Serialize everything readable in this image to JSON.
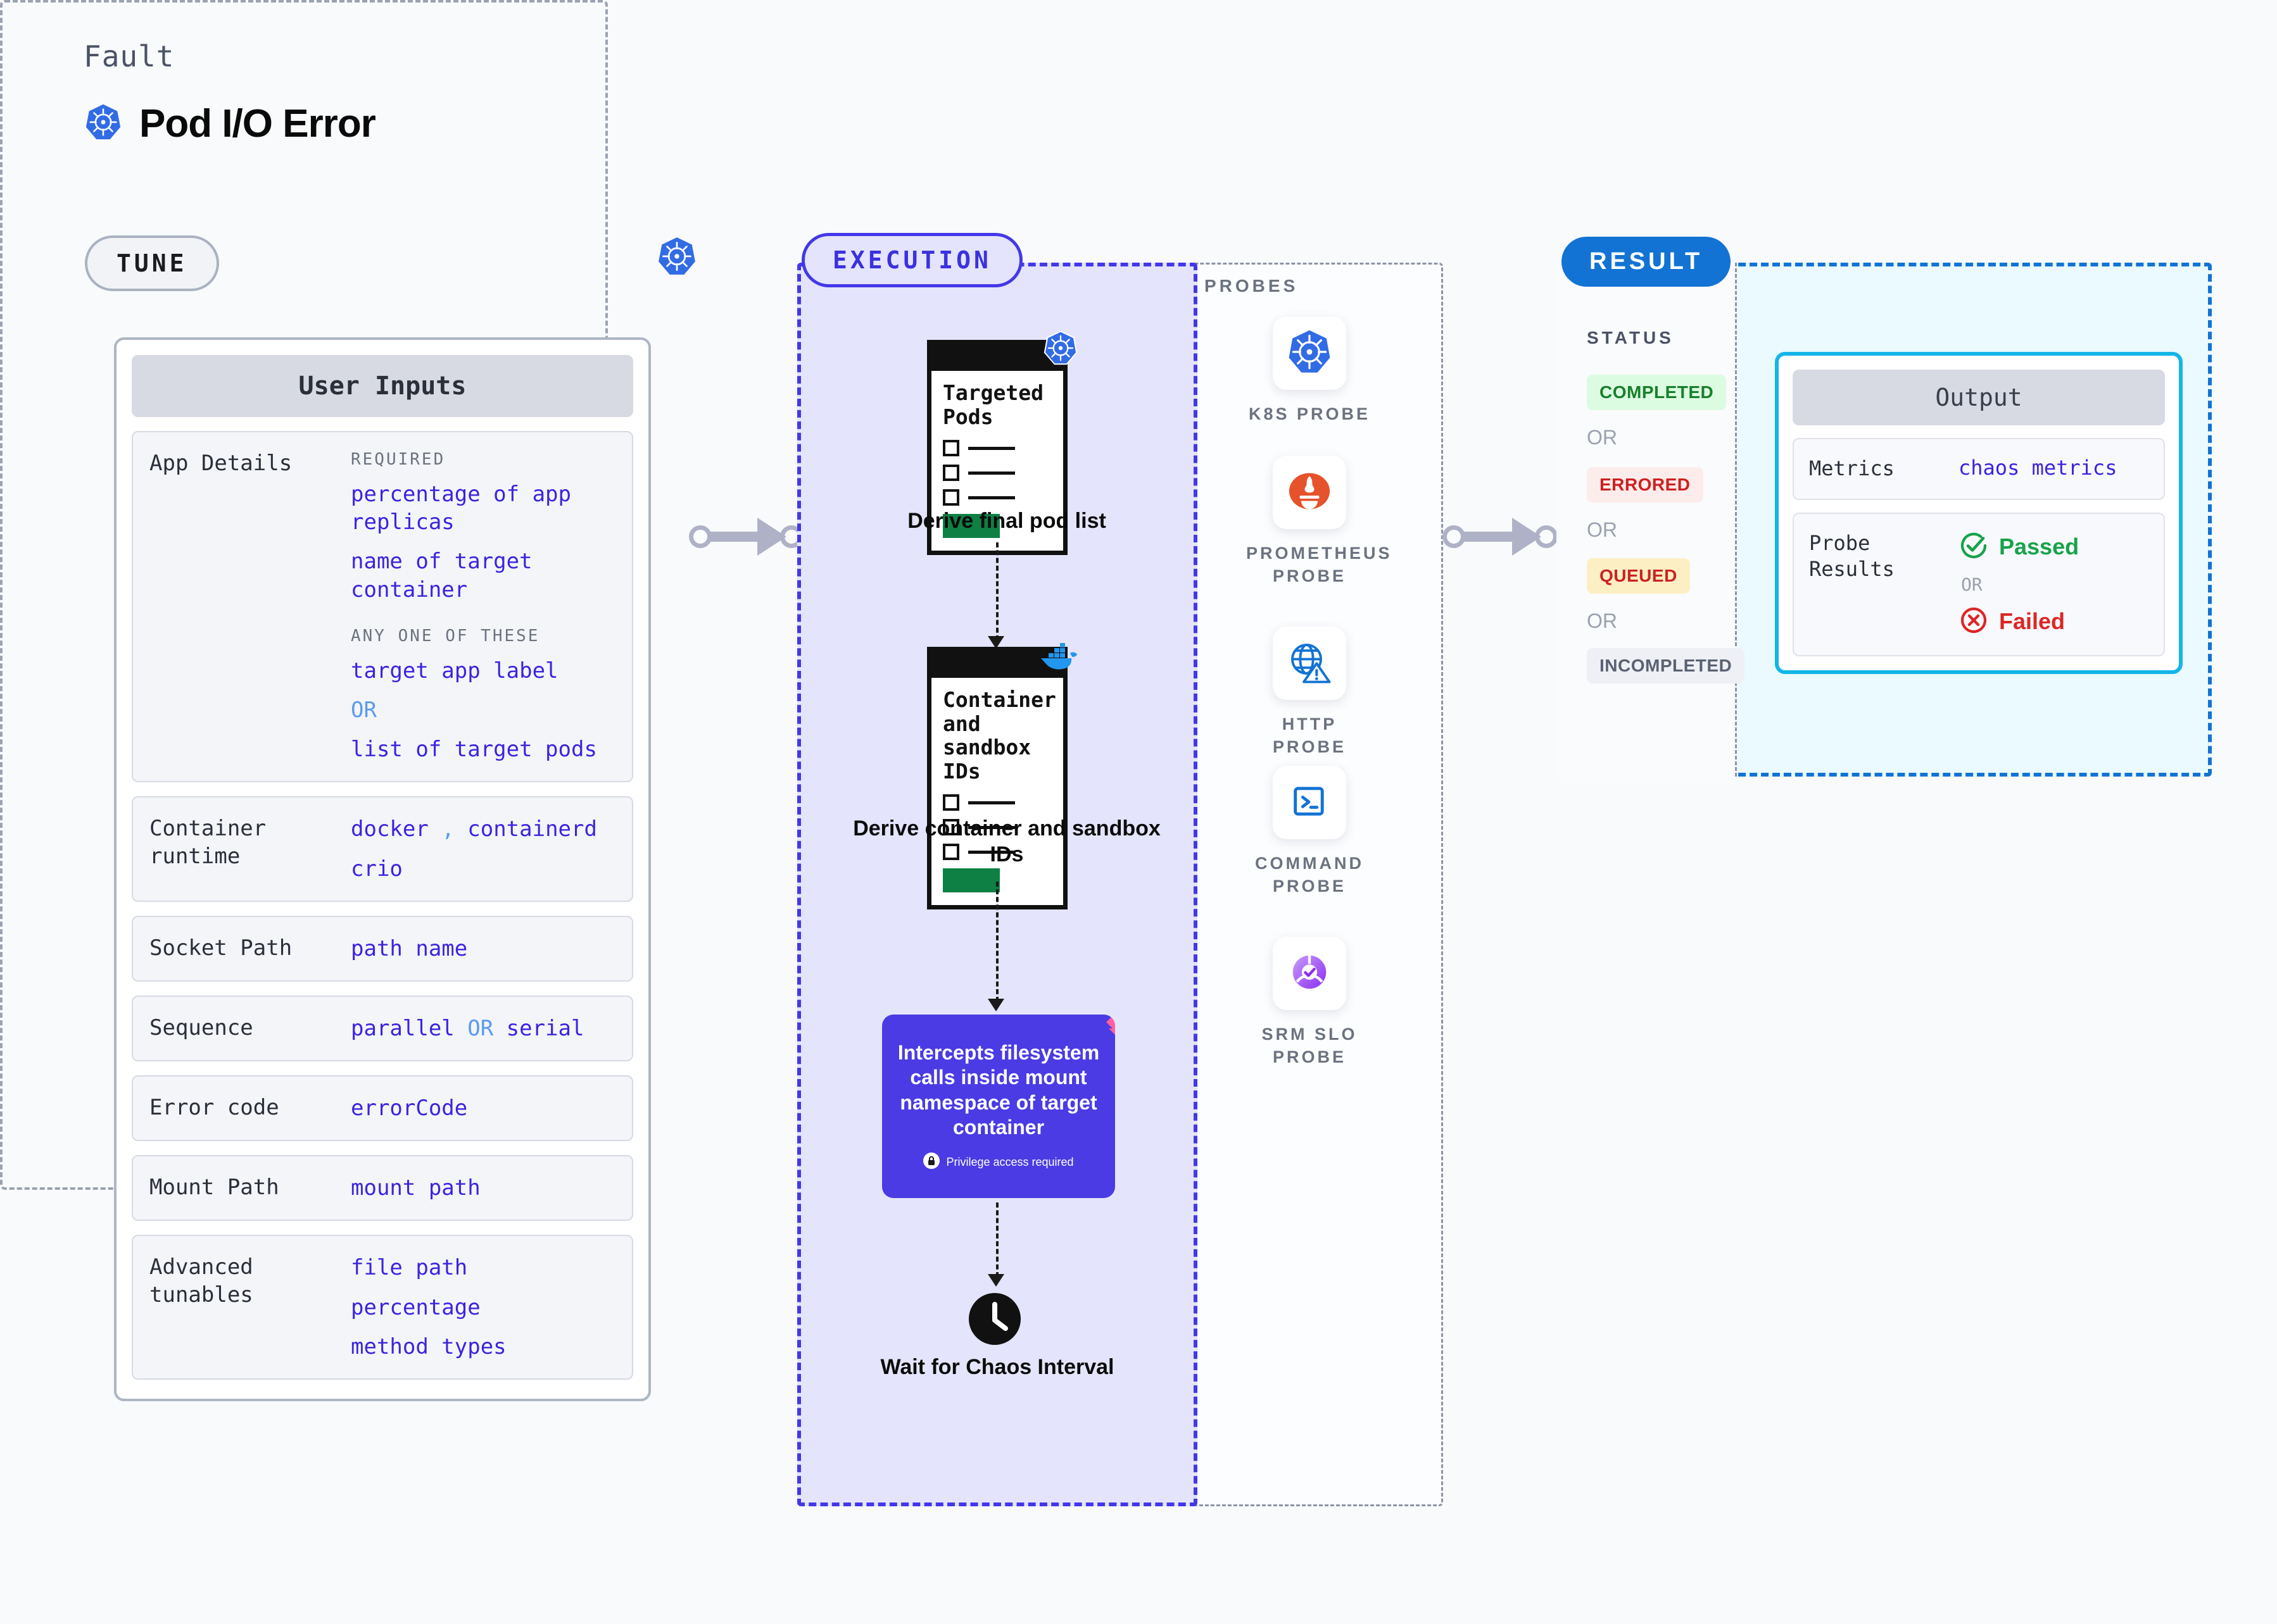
{
  "header": {
    "eyebrow": "Fault",
    "title": "Pod I/O Error",
    "icon": "kubernetes-icon"
  },
  "colors": {
    "background": "#F8FAFC",
    "accent_indigo": "#4338E8",
    "accent_blue": "#1273D4",
    "accent_cyan": "#14B5E8",
    "value_text": "#3B24E0",
    "or_text": "#5A9BF0",
    "purple_box": "#4A3BE4",
    "ribbon_pink": "#FF5F9E",
    "k8s_blue": "#326CE5",
    "prometheus_orange": "#E6522C",
    "docker_blue": "#2396ED",
    "green": "#16A34A",
    "red": "#DC2626"
  },
  "tune": {
    "badge": "TUNE",
    "card_title": "User Inputs",
    "rows": [
      {
        "label": "App Details",
        "groups": [
          {
            "caption": "REQUIRED",
            "values": [
              "percentage of app replicas",
              "name of target container"
            ]
          },
          {
            "caption": "ANY ONE OF THESE",
            "values": [
              "target app label",
              "OR",
              "list of target pods"
            ]
          }
        ]
      },
      {
        "label": "Container runtime",
        "groups": [
          {
            "caption": "",
            "values": [
              "docker , containerd",
              "crio"
            ]
          }
        ]
      },
      {
        "label": "Socket Path",
        "groups": [
          {
            "caption": "",
            "values": [
              "path name"
            ]
          }
        ]
      },
      {
        "label": "Sequence",
        "groups": [
          {
            "caption": "",
            "values": [
              "parallel OR serial"
            ]
          }
        ]
      },
      {
        "label": "Error code",
        "groups": [
          {
            "caption": "",
            "values": [
              "errorCode"
            ]
          }
        ]
      },
      {
        "label": "Mount Path",
        "groups": [
          {
            "caption": "",
            "values": [
              "mount path"
            ]
          }
        ]
      },
      {
        "label": "Advanced tunables",
        "groups": [
          {
            "caption": "",
            "values": [
              "file path",
              "percentage",
              "method types"
            ]
          }
        ]
      }
    ]
  },
  "execution": {
    "badge": "EXECUTION",
    "steps": [
      {
        "card_title": "Targeted Pods",
        "caption": "Derive final pod list",
        "icon": "kubernetes-icon"
      },
      {
        "card_title": "Container and sandbox IDs",
        "caption": "Derive container and sandbox IDs",
        "icon": "docker-icon"
      }
    ],
    "intercept": {
      "text": "Intercepts filesystem calls inside mount namespace of target container",
      "note": "Privilege access required",
      "note_icon": "lock-icon",
      "ribbon_icon": "litmus-ribbon-icon"
    },
    "wait": {
      "caption": "Wait for Chaos Interval",
      "icon": "clock-icon"
    }
  },
  "probes": {
    "title": "PROBES",
    "items": [
      {
        "label": "K8S PROBE",
        "icon": "kubernetes-icon"
      },
      {
        "label": "PROMETHEUS PROBE",
        "icon": "prometheus-icon"
      },
      {
        "label": "HTTP PROBE",
        "icon": "http-globe-warning-icon"
      },
      {
        "label": "COMMAND PROBE",
        "icon": "terminal-icon"
      },
      {
        "label": "SRM SLO PROBE",
        "icon": "srm-slo-icon"
      }
    ]
  },
  "result": {
    "badge": "RESULT",
    "status_title": "STATUS",
    "statuses": [
      {
        "label": "COMPLETED",
        "bg": "#DCFCE1",
        "fg": "#18802B"
      },
      {
        "label": "ERRORED",
        "bg": "#FDECEC",
        "fg": "#CF2020"
      },
      {
        "label": "QUEUED",
        "bg": "#FDEFC4",
        "fg": "#CC2222"
      },
      {
        "label": "INCOMPLETED",
        "bg": "#EEF0F5",
        "fg": "#5A6172"
      }
    ],
    "or_label": "OR",
    "output": {
      "title": "Output",
      "metrics_label": "Metrics",
      "metrics_value": "chaos metrics",
      "probe_results_label": "Probe Results",
      "passed_label": "Passed",
      "passed_icon": "check-circle-icon",
      "or_label": "OR",
      "failed_label": "Failed",
      "failed_icon": "x-circle-icon"
    }
  }
}
